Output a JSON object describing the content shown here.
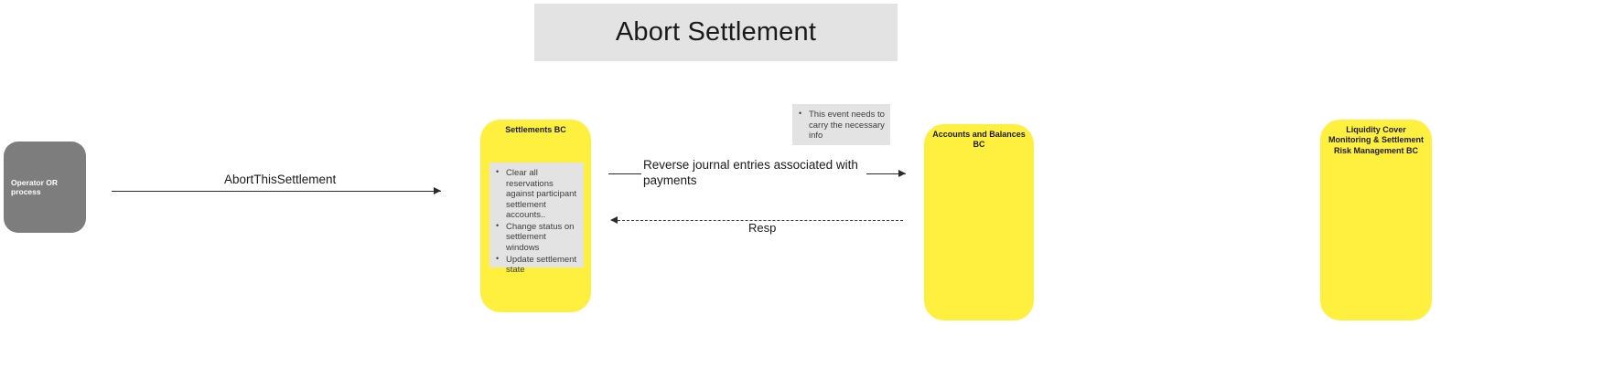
{
  "diagram": {
    "title": "Abort Settlement",
    "actor": {
      "label": "Operator OR process"
    },
    "lifelines": [
      {
        "id": "settlements",
        "title": "Settlements BC"
      },
      {
        "id": "accounts",
        "title": "Accounts and Balances BC"
      },
      {
        "id": "liquidity",
        "title": "Liquidity Cover Monitoring & Settlement Risk Management BC"
      }
    ],
    "notes": [
      {
        "id": "settlements-actions",
        "bullets": [
          "Clear all reservations against  participant settlement accounts..",
          "Change status on settlement windows",
          "Update settlement state"
        ]
      },
      {
        "id": "event-info",
        "bullets": [
          "This event needs to carry the necessary info"
        ]
      }
    ],
    "messages": [
      {
        "id": "abort",
        "label": "AbortThisSettlement"
      },
      {
        "id": "reverse",
        "label": "Reverse journal entries associated with payments"
      },
      {
        "id": "resp",
        "label": "Resp"
      }
    ],
    "colors": {
      "lifeline_fill": "#ffef3f",
      "note_fill": "#e3e3e3",
      "actor_fill": "#7d7d7d",
      "banner_fill": "#e3e3e3",
      "line": "#2b2b2b"
    }
  }
}
